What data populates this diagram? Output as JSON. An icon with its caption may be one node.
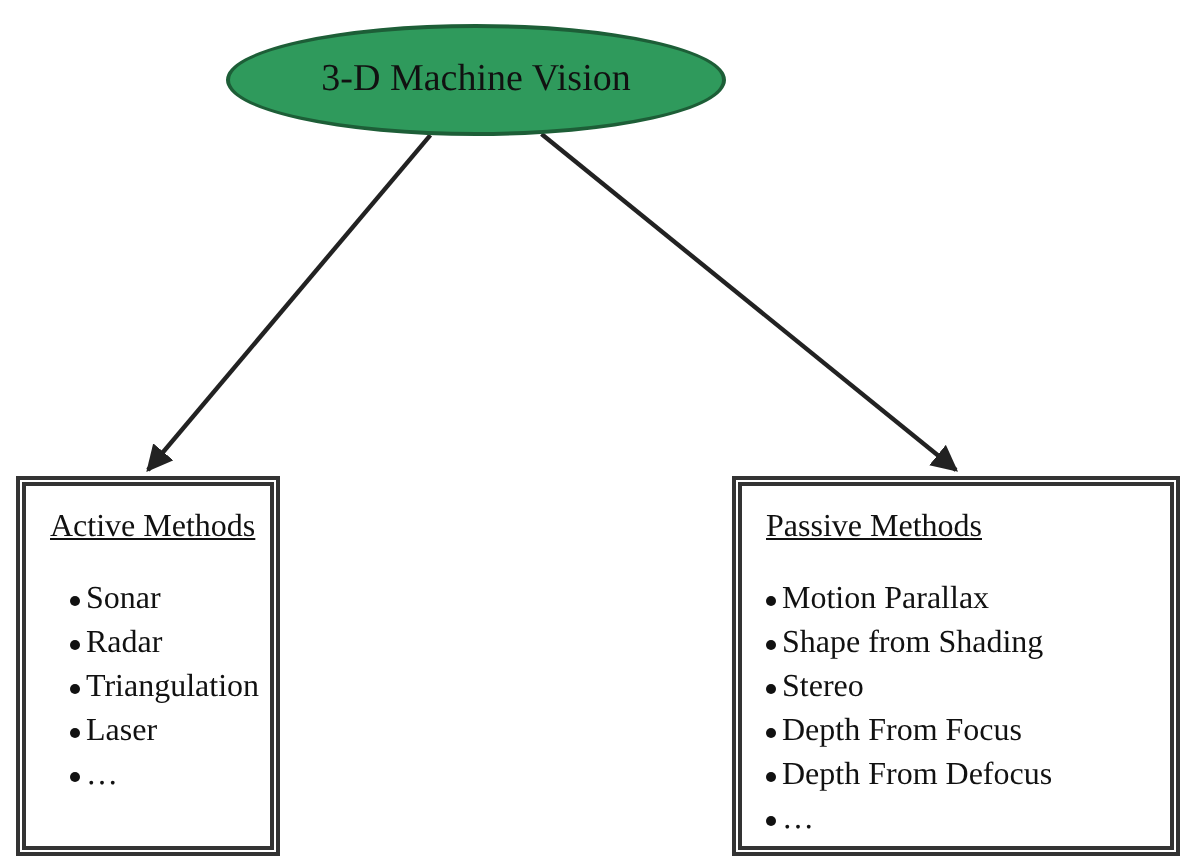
{
  "diagram": {
    "nodes": [
      {
        "text": [
          "3-D Machine Vision"
        ]
      },
      {
        "text": [
          "Active Methods",
          "Sonar",
          "Radar",
          "Triangulation",
          "Laser",
          "…"
        ]
      },
      {
        "text": [
          "Passive Methods",
          "Motion Parallax",
          "Shape from Shading",
          "Stereo",
          "Depth From Focus",
          "Depth From Defocus",
          "…"
        ]
      }
    ],
    "edges": [
      {
        "from": 0,
        "to": 1,
        "arrow": "to"
      },
      {
        "from": 0,
        "to": 2,
        "arrow": "to"
      }
    ]
  }
}
